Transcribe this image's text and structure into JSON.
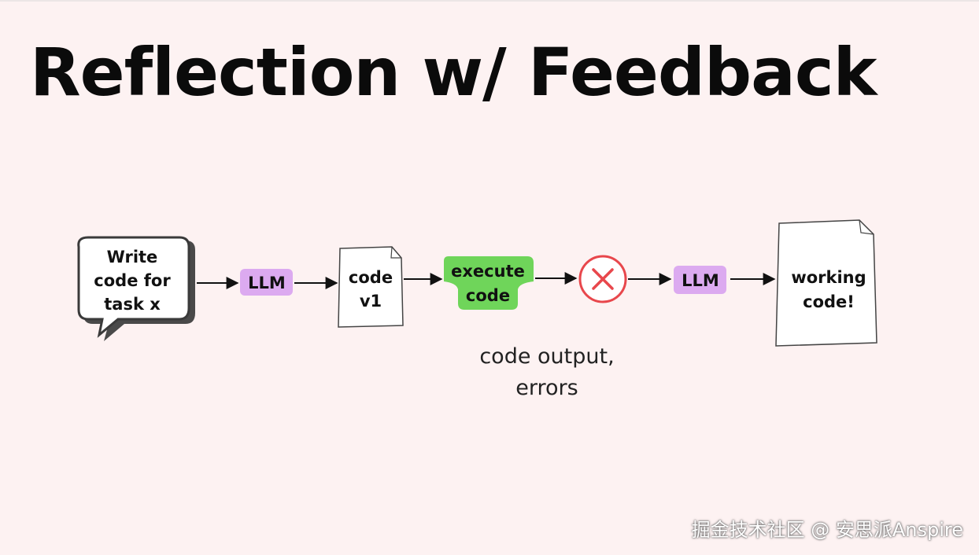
{
  "title": "Reflection w/ Feedback",
  "nodes": {
    "task_bubble": [
      "Write",
      "code for",
      "task x"
    ],
    "llm_1": "LLM",
    "code_v1": [
      "code",
      "v1"
    ],
    "execute": [
      "execute",
      "code"
    ],
    "error_icon": "x-circle-icon",
    "llm_2": "LLM",
    "working_code": [
      "working",
      "code!"
    ]
  },
  "caption": [
    "code output,",
    "errors"
  ],
  "watermark": "掘金技术社区 @ 安思派Anspire",
  "colors": {
    "background": "#fdf2f2",
    "llm_badge": "#dcaaf0",
    "execute_badge": "#6fd55a",
    "error_red": "#e8474c"
  }
}
